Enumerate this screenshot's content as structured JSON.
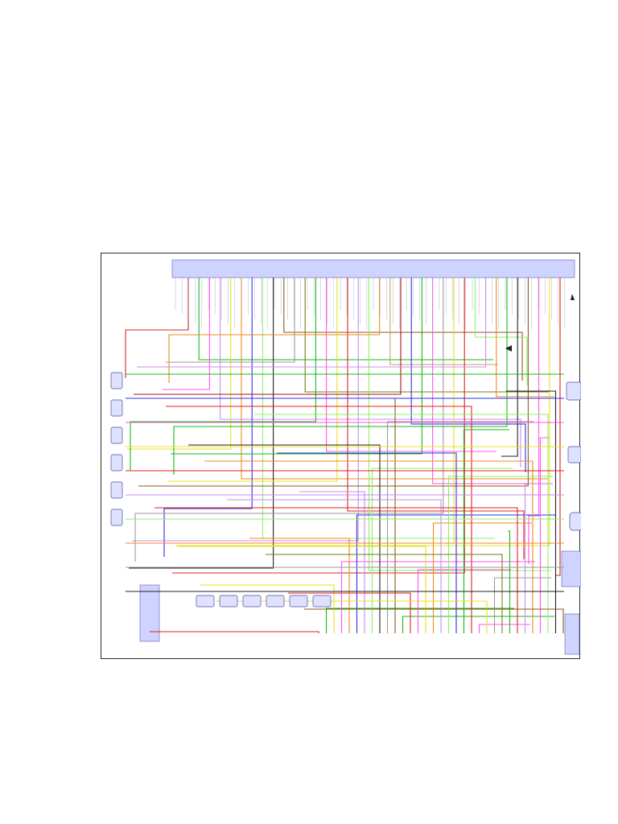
{
  "page": {
    "title": ""
  },
  "diagram": {
    "frame_label": "",
    "colors": {
      "red": "#e02020",
      "green": "#18b818",
      "pink": "#ff55ee",
      "violet": "#c98cf0",
      "yellow": "#e8e020",
      "lightgreen": "#8ef068",
      "orange": "#f08a20",
      "blue": "#3030e0",
      "black": "#222222",
      "brown": "#8b5a1e",
      "gray": "#9a9a9a",
      "olive": "#7a7a10",
      "darkred": "#a01818",
      "lightblue": "#8fb0ff",
      "white": "#dddddd",
      "tan": "#c8a060",
      "darkgreen": "#0a7a0a",
      "magenta": "#ff00cc",
      "cyan": "#20d0e0",
      "purple": "#7a10a0"
    },
    "top_wires": [
      "red",
      "green",
      "pink",
      "violet",
      "yellow",
      "orange",
      "blue",
      "lightgreen",
      "black",
      "brown",
      "gray",
      "olive",
      "green",
      "pink",
      "yellow",
      "red",
      "violet",
      "lightgreen",
      "orange",
      "tan",
      "darkred",
      "blue",
      "green",
      "pink",
      "gray",
      "yellow",
      "red",
      "lightgreen",
      "violet",
      "orange",
      "green",
      "black",
      "brown",
      "pink",
      "yellow",
      "red"
    ],
    "bottom_wires": [
      "red",
      "green",
      "yellow",
      "pink",
      "orange",
      "blue",
      "violet",
      "lightgreen",
      "black",
      "gray",
      "brown",
      "green",
      "red",
      "pink",
      "yellow",
      "orange",
      "violet",
      "lightgreen",
      "blue",
      "green",
      "red",
      "pink",
      "yellow",
      "gray",
      "olive",
      "green",
      "red",
      "violet",
      "orange",
      "pink",
      "lightgreen",
      "black",
      "brown"
    ],
    "left_connectors": 6,
    "bottom_connectors": 6
  }
}
